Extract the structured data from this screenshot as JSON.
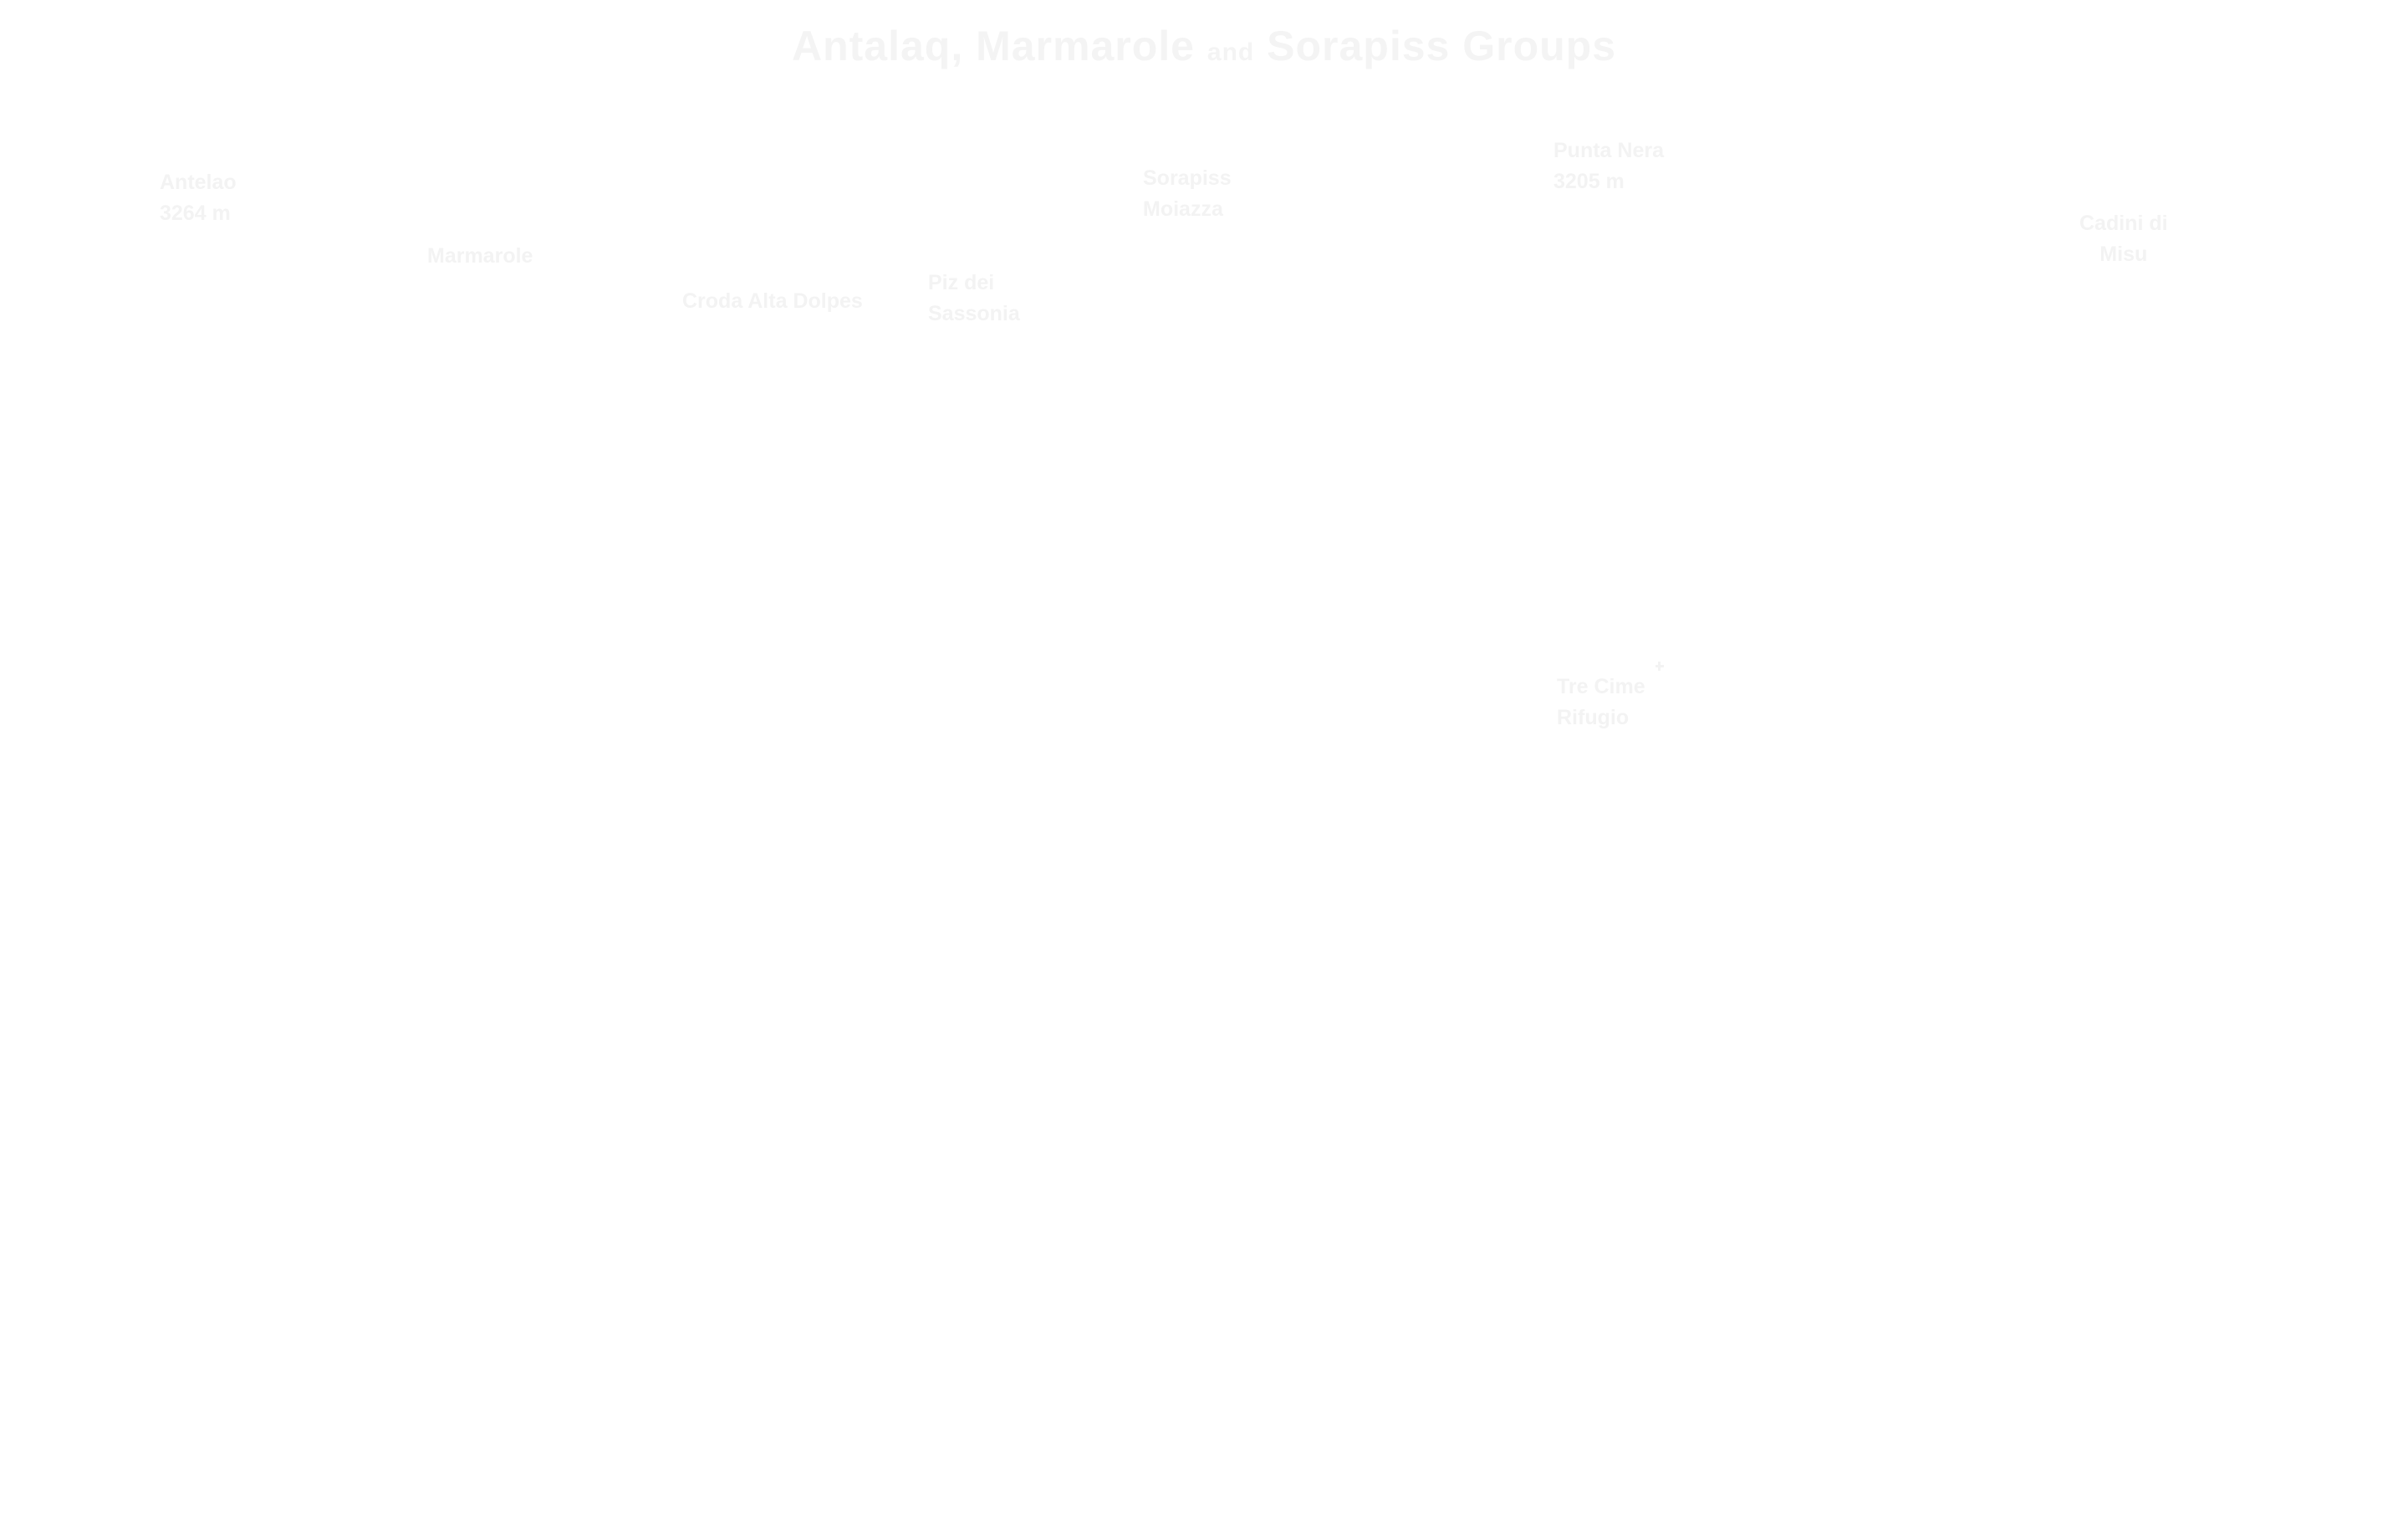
{
  "map": {
    "title_part1": "Antalaq, Marmarole",
    "title_connector": "and",
    "title_part2": "Sorapiss Groups",
    "peaks": [
      {
        "line1": "Antelao",
        "line2": "3264 m"
      },
      {
        "line1": "Marmarole",
        "line2": ""
      },
      {
        "line1": "Croda Alta Dolpes",
        "line2": ""
      },
      {
        "line1": "Piz dei",
        "line2": "Sassonia"
      },
      {
        "line1": "Sorapiss",
        "line2": "Moiazza"
      },
      {
        "line1": "Punta Nera",
        "line2": "3205 m"
      },
      {
        "line1": "Cadini di",
        "line2": "Misu"
      },
      {
        "line1": "Tre Cime",
        "line2": "Rifugio"
      }
    ]
  }
}
